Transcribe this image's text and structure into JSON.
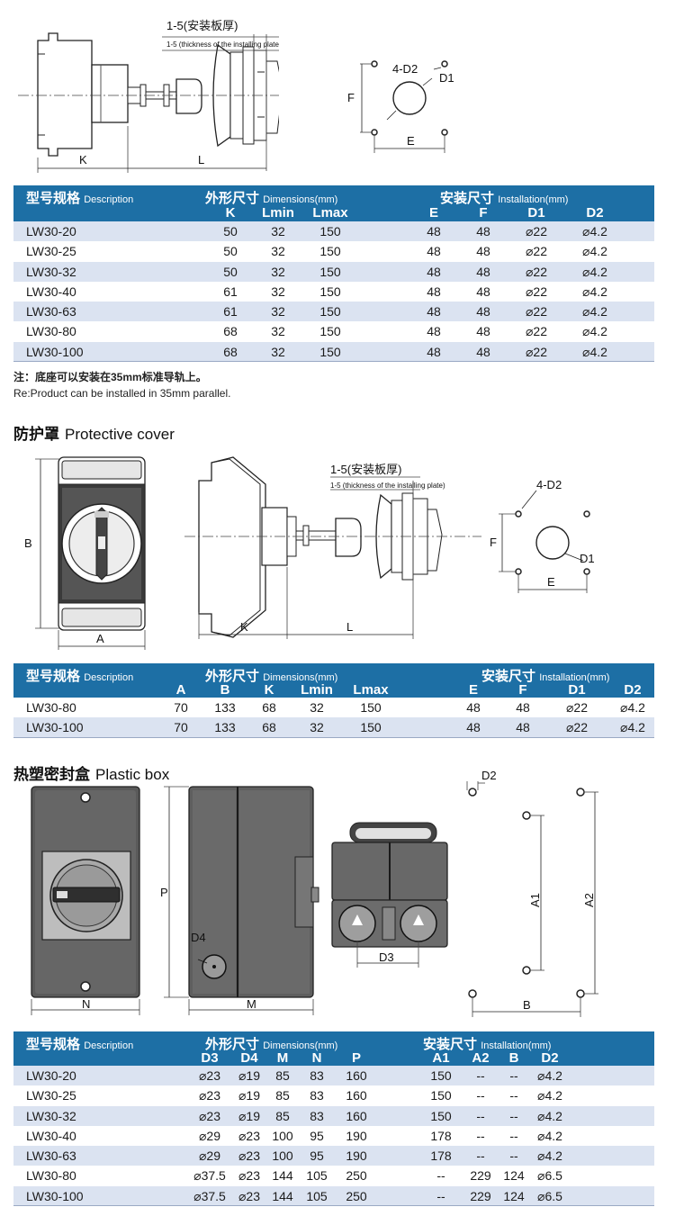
{
  "drawing1": {
    "plate_label": "1-5(安装板厚)",
    "plate_sub": "1-5 (thickness of the installing plate)",
    "k": "K",
    "l": "L",
    "d2": "4-D2",
    "d1": "D1",
    "f": "F",
    "e": "E"
  },
  "table1": {
    "title_cn": "型号规格",
    "title_en": "Description",
    "dim_cn": "外形尺寸",
    "dim_en": "Dimensions(mm)",
    "inst_cn": "安装尺寸",
    "inst_en": "Installation(mm)",
    "cols": [
      "K",
      "Lmin",
      "Lmax",
      "E",
      "F",
      "D1",
      "D2"
    ],
    "rows": [
      [
        "LW30-20",
        "50",
        "32",
        "150",
        "48",
        "48",
        "⌀22",
        "⌀4.2"
      ],
      [
        "LW30-25",
        "50",
        "32",
        "150",
        "48",
        "48",
        "⌀22",
        "⌀4.2"
      ],
      [
        "LW30-32",
        "50",
        "32",
        "150",
        "48",
        "48",
        "⌀22",
        "⌀4.2"
      ],
      [
        "LW30-40",
        "61",
        "32",
        "150",
        "48",
        "48",
        "⌀22",
        "⌀4.2"
      ],
      [
        "LW30-63",
        "61",
        "32",
        "150",
        "48",
        "48",
        "⌀22",
        "⌀4.2"
      ],
      [
        "LW30-80",
        "68",
        "32",
        "150",
        "48",
        "48",
        "⌀22",
        "⌀4.2"
      ],
      [
        "LW30-100",
        "68",
        "32",
        "150",
        "48",
        "48",
        "⌀22",
        "⌀4.2"
      ]
    ]
  },
  "notes": {
    "cn": "注：底座可以安装在35mm标准导轨上。",
    "en": "Re:Product can be installed in 35mm parallel."
  },
  "section2": {
    "cn": "防护罩",
    "en": "Protective cover"
  },
  "drawing2": {
    "b": "B",
    "a": "A",
    "k": "K",
    "l": "L",
    "plate_label": "1-5(安装板厚)",
    "plate_sub": "1-5 (thickness of the installing plate)",
    "d2": "4-D2",
    "d1": "D1",
    "f": "F",
    "e": "E"
  },
  "table2": {
    "title_cn": "型号规格",
    "title_en": "Description",
    "dim_cn": "外形尺寸",
    "dim_en": "Dimensions(mm)",
    "inst_cn": "安装尺寸",
    "inst_en": "Installation(mm)",
    "cols": [
      "A",
      "B",
      "K",
      "Lmin",
      "Lmax",
      "E",
      "F",
      "D1",
      "D2"
    ],
    "rows": [
      [
        "LW30-80",
        "70",
        "133",
        "68",
        "32",
        "150",
        "48",
        "48",
        "⌀22",
        "⌀4.2"
      ],
      [
        "LW30-100",
        "70",
        "133",
        "68",
        "32",
        "150",
        "48",
        "48",
        "⌀22",
        "⌀4.2"
      ]
    ]
  },
  "section3": {
    "cn": "热塑密封盒",
    "en": "Plastic box"
  },
  "drawing3": {
    "n": "N",
    "p": "P",
    "d4": "D4",
    "m": "M",
    "d3": "D3",
    "d2": "D2",
    "a1": "A1",
    "a2": "A2",
    "b": "B"
  },
  "table3": {
    "title_cn": "型号规格",
    "title_en": "Description",
    "dim_cn": "外形尺寸",
    "dim_en": "Dimensions(mm)",
    "inst_cn": "安装尺寸",
    "inst_en": "Installation(mm)",
    "cols": [
      "D3",
      "D4",
      "M",
      "N",
      "P",
      "A1",
      "A2",
      "B",
      "D2"
    ],
    "rows": [
      [
        "LW30-20",
        "⌀23",
        "⌀19",
        "85",
        "83",
        "160",
        "150",
        "--",
        "--",
        "⌀4.2"
      ],
      [
        "LW30-25",
        "⌀23",
        "⌀19",
        "85",
        "83",
        "160",
        "150",
        "--",
        "--",
        "⌀4.2"
      ],
      [
        "LW30-32",
        "⌀23",
        "⌀19",
        "85",
        "83",
        "160",
        "150",
        "--",
        "--",
        "⌀4.2"
      ],
      [
        "LW30-40",
        "⌀29",
        "⌀23",
        "100",
        "95",
        "190",
        "178",
        "--",
        "--",
        "⌀4.2"
      ],
      [
        "LW30-63",
        "⌀29",
        "⌀23",
        "100",
        "95",
        "190",
        "178",
        "--",
        "--",
        "⌀4.2"
      ],
      [
        "LW30-80",
        "⌀37.5",
        "⌀23",
        "144",
        "105",
        "250",
        "--",
        "229",
        "124",
        "⌀6.5"
      ],
      [
        "LW30-100",
        "⌀37.5",
        "⌀23",
        "144",
        "105",
        "250",
        "--",
        "229",
        "124",
        "⌀6.5"
      ]
    ]
  }
}
